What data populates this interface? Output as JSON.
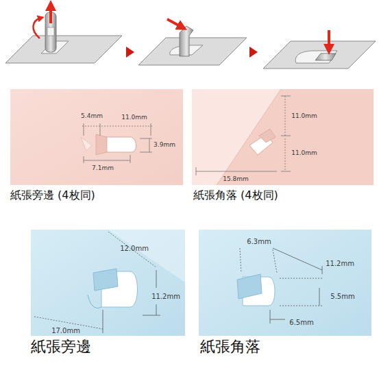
{
  "diagram": {
    "labels": [
      "5.4mm",
      "11.0mm",
      "3.9mm",
      "7.1mm",
      "紙張旁邊 (4枚同)",
      "11.0mm",
      "11.0mm",
      "15.8mm",
      "紙張角落 (4枚同)",
      "12.0mm",
      "11.2mm",
      "17.0mm",
      "紙張旁邊",
      "6.3mm",
      "11.2mm",
      "5.5mm",
      "6.5mm",
      "紙張角落"
    ]
  }
}
